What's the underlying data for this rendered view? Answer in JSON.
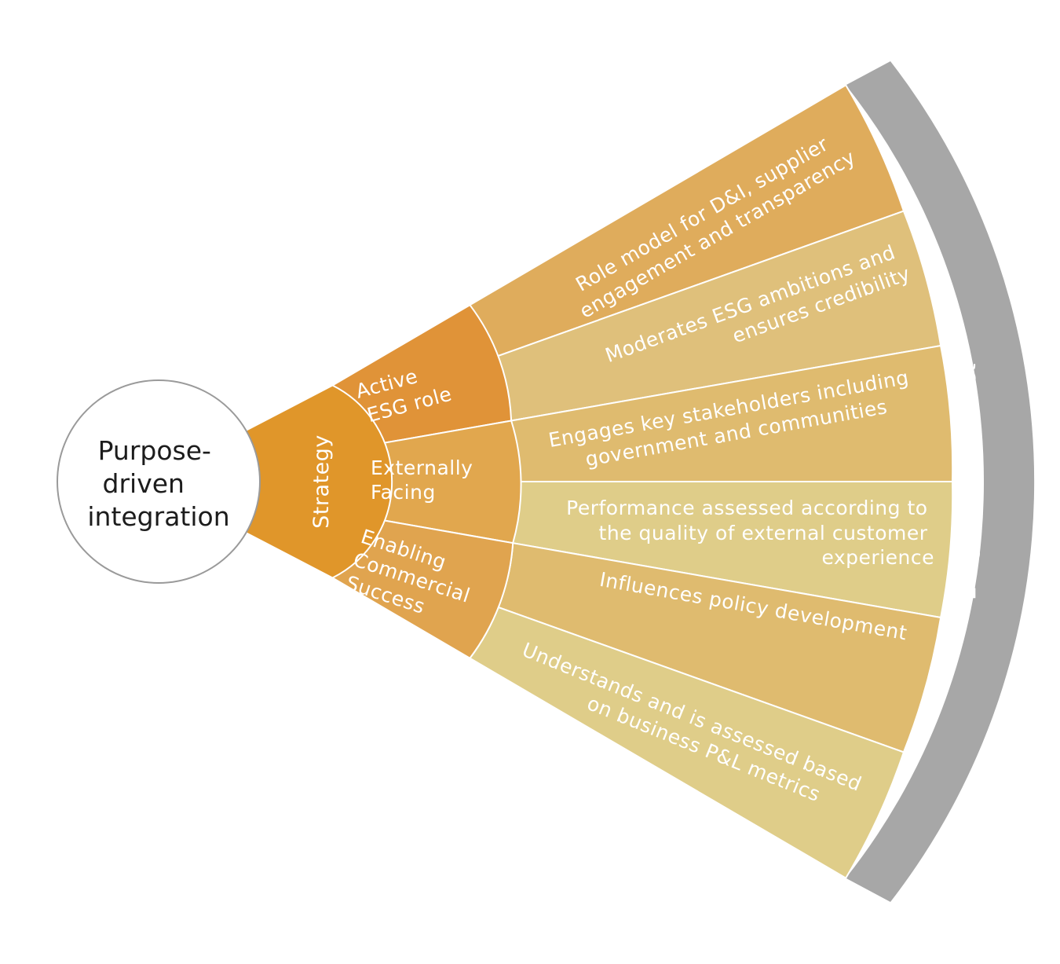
{
  "center": {
    "lines": [
      "Purpose-",
      "driven",
      "integration"
    ]
  },
  "strategy": {
    "label": "Strategy"
  },
  "outer_band": {
    "label": "Longer Term Mindset"
  },
  "middle": [
    {
      "lines": [
        "Active",
        "ESG role"
      ]
    },
    {
      "lines": [
        "Externally",
        "Facing"
      ]
    },
    {
      "lines": [
        "Enabling",
        "Commercial",
        "Success"
      ]
    }
  ],
  "outer": [
    {
      "lines": [
        "Role model for D&I, supplier",
        "engagement and transparency"
      ]
    },
    {
      "lines": [
        "Moderates ESG ambitions and",
        "ensures credibility"
      ]
    },
    {
      "lines": [
        "Engages key stakeholders including",
        "government and communities"
      ]
    },
    {
      "lines": [
        "Performance assessed according to",
        "the quality of external customer",
        "experience"
      ]
    },
    {
      "lines": [
        "Influences policy development"
      ]
    },
    {
      "lines": [
        "Understands and is assessed based",
        "on business P&L metrics"
      ]
    }
  ],
  "colors": {
    "strategy": "#e0962a",
    "active_esg": "#e09338",
    "externally_facing": "#e1a74e",
    "enabling": "#e0a44f",
    "outer_dark": "#dfac5c",
    "outer_mid": "#dfbb6f",
    "outer_light": "#dfcd89",
    "band": "#a7a7a7",
    "circle_border": "#9a9a9a"
  }
}
